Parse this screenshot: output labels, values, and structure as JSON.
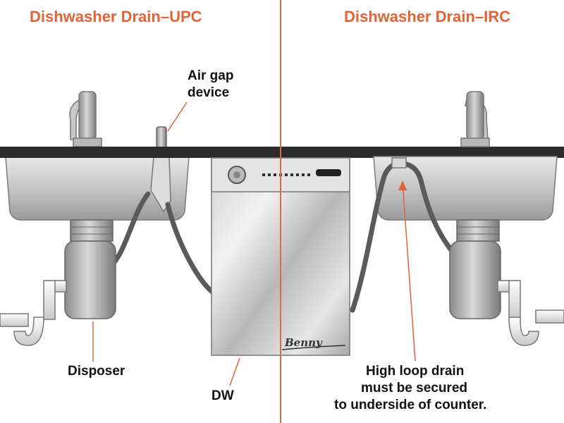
{
  "titles": {
    "left": "Dishwasher Drain–UPC",
    "right": "Dishwasher Drain–IRC"
  },
  "labels": {
    "air_gap_line1": "Air gap",
    "air_gap_line2": "device",
    "disposer": "Disposer",
    "dw": "DW",
    "high_loop_line1": "High loop drain",
    "high_loop_line2": "must be secured",
    "high_loop_line3": "to underside of counter."
  },
  "dishwasher_brand": "Benny",
  "colors": {
    "title_accent": "#e0643a",
    "divider": "#d4703e",
    "counter": "#2b2b2b",
    "hose": "#5a5a5a"
  }
}
